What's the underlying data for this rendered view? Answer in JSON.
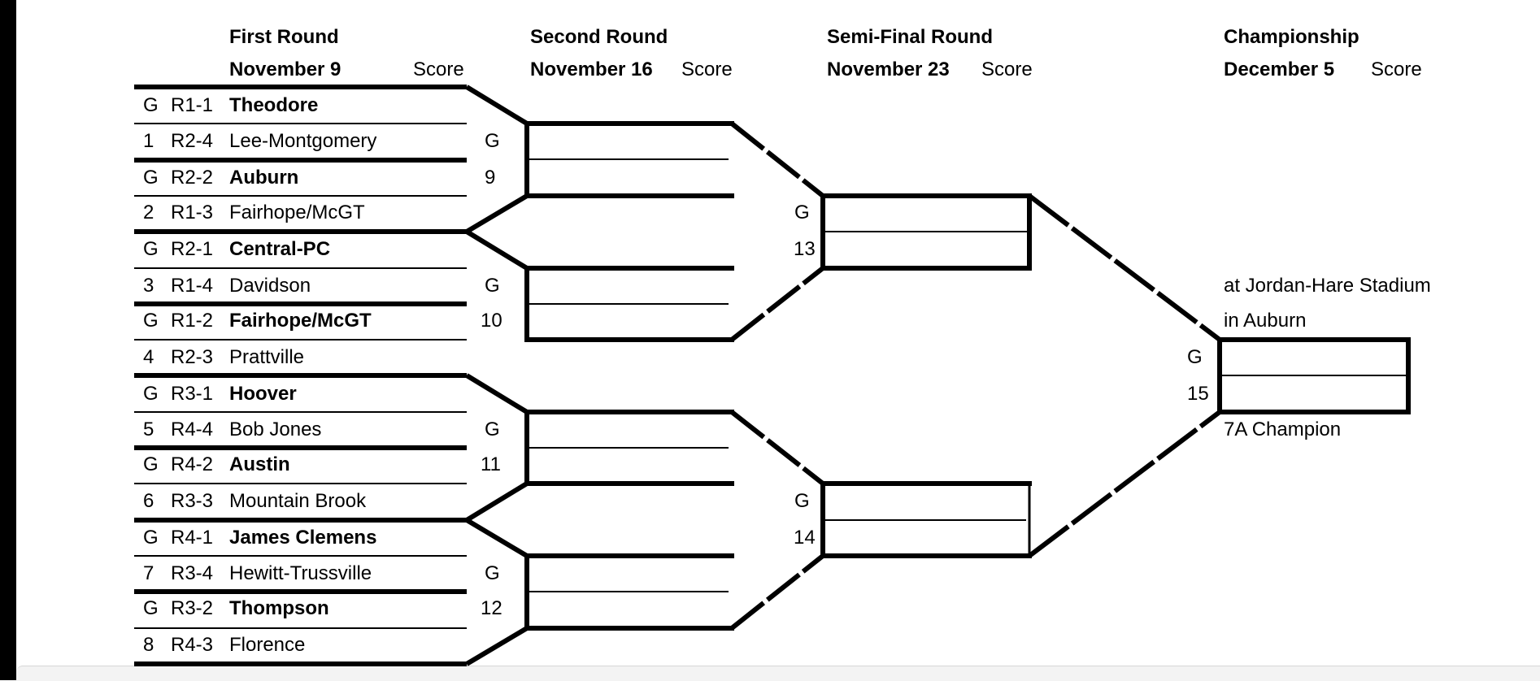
{
  "headers": {
    "round1": {
      "title": "First Round",
      "date": "November 9",
      "score": "Score"
    },
    "round2": {
      "title": "Second Round",
      "date": "November 16",
      "score": "Score"
    },
    "round3": {
      "title": "Semi-Final Round",
      "date": "November 23",
      "score": "Score"
    },
    "round4": {
      "title": "Championship",
      "date": "December 5",
      "score": "Score"
    }
  },
  "first_round": [
    {
      "code": "G",
      "region": "R1-1",
      "team": "Theodore",
      "bold": true
    },
    {
      "code": "1",
      "region": "R2-4",
      "team": "Lee-Montgomery",
      "bold": false
    },
    {
      "code": "G",
      "region": "R2-2",
      "team": "Auburn",
      "bold": true
    },
    {
      "code": "2",
      "region": "R1-3",
      "team": "Fairhope/McGT",
      "bold": false
    },
    {
      "code": "G",
      "region": "R2-1",
      "team": "Central-PC",
      "bold": true
    },
    {
      "code": "3",
      "region": "R1-4",
      "team": "Davidson",
      "bold": false
    },
    {
      "code": "G",
      "region": "R1-2",
      "team": "Fairhope/McGT",
      "bold": true
    },
    {
      "code": "4",
      "region": "R2-3",
      "team": "Prattville",
      "bold": false
    },
    {
      "code": "G",
      "region": "R3-1",
      "team": "Hoover",
      "bold": true
    },
    {
      "code": "5",
      "region": "R4-4",
      "team": "Bob Jones",
      "bold": false
    },
    {
      "code": "G",
      "region": "R4-2",
      "team": "Austin",
      "bold": true
    },
    {
      "code": "6",
      "region": "R3-3",
      "team": "Mountain Brook",
      "bold": false
    },
    {
      "code": "G",
      "region": "R4-1",
      "team": "James Clemens",
      "bold": true
    },
    {
      "code": "7",
      "region": "R3-4",
      "team": "Hewitt-Trussville",
      "bold": false
    },
    {
      "code": "G",
      "region": "R3-2",
      "team": "Thompson",
      "bold": true
    },
    {
      "code": "8",
      "region": "R4-3",
      "team": "Florence",
      "bold": false
    }
  ],
  "second_round_games": [
    {
      "g": "G",
      "num": "9"
    },
    {
      "g": "G",
      "num": "10"
    },
    {
      "g": "G",
      "num": "11"
    },
    {
      "g": "G",
      "num": "12"
    }
  ],
  "semi_games": [
    {
      "g": "G",
      "num": "13"
    },
    {
      "g": "G",
      "num": "14"
    }
  ],
  "final_game": {
    "g": "G",
    "num": "15"
  },
  "venue": {
    "line1": "at Jordan-Hare Stadium",
    "line2": "in Auburn"
  },
  "champion_label": "7A Champion"
}
